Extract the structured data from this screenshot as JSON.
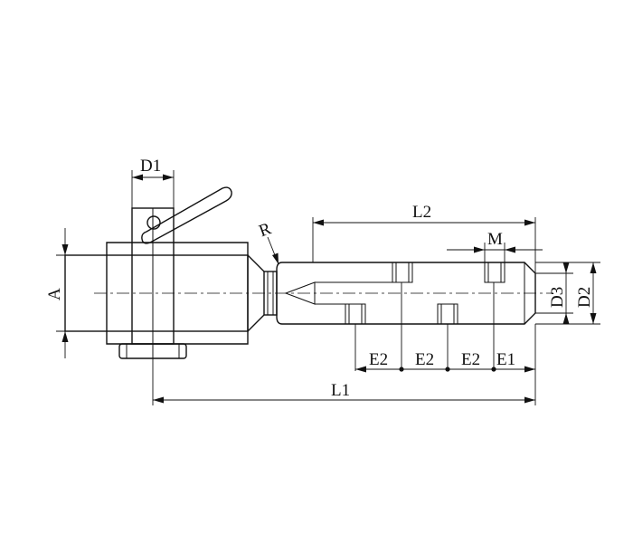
{
  "labels": {
    "A": "A",
    "D1": "D1",
    "R": "R",
    "L2": "L2",
    "M": "M",
    "D3": "D3",
    "D2": "D2",
    "E2_1": "E2",
    "E2_2": "E2",
    "E2_3": "E2",
    "E1": "E1",
    "L1": "L1"
  }
}
